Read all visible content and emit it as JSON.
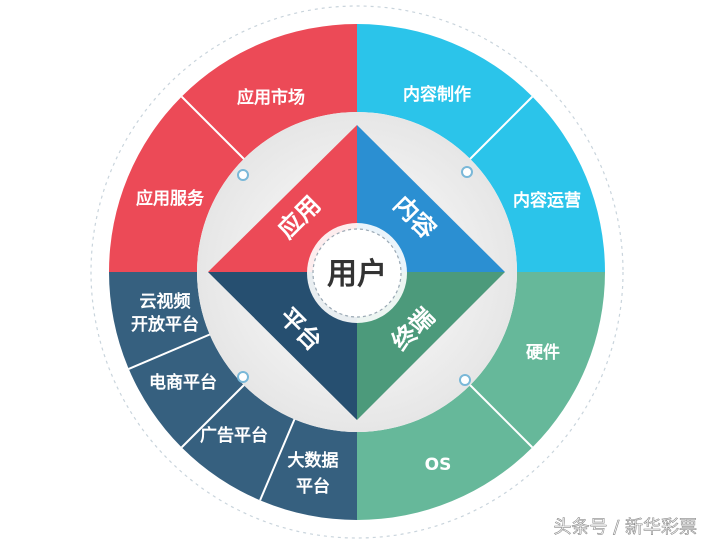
{
  "colors": {
    "red": "#ec4a57",
    "cyan": "#2bc4ea",
    "green": "#66b89a",
    "navy": "#36607f",
    "blue_tri": "#2b8fd2",
    "green_tri": "#4c9a7b",
    "navy_tri": "#264f70",
    "ring": "#eeeeee"
  },
  "center": {
    "label": "用户"
  },
  "quadrants": [
    {
      "id": "app",
      "label": "应用",
      "color": "#ec4a57"
    },
    {
      "id": "content",
      "label": "内容",
      "color": "#2b8fd2"
    },
    {
      "id": "terminal",
      "label": "终端",
      "color": "#4c9a7b"
    },
    {
      "id": "platform",
      "label": "平台",
      "color": "#264f70"
    }
  ],
  "segments": {
    "app_market": "应用市场",
    "app_service": "应用服务",
    "content_make": "内容制作",
    "content_ops": "内容运营",
    "hardware": "硬件",
    "os": "OS",
    "cloud_video_line1": "云视频",
    "cloud_video_line2": "开放平台",
    "ecommerce": "电商平台",
    "ads": "广告平台",
    "bigdata_line1": "大数据",
    "bigdata_line2": "平台"
  },
  "watermark": "头条号 / 新华彩票"
}
